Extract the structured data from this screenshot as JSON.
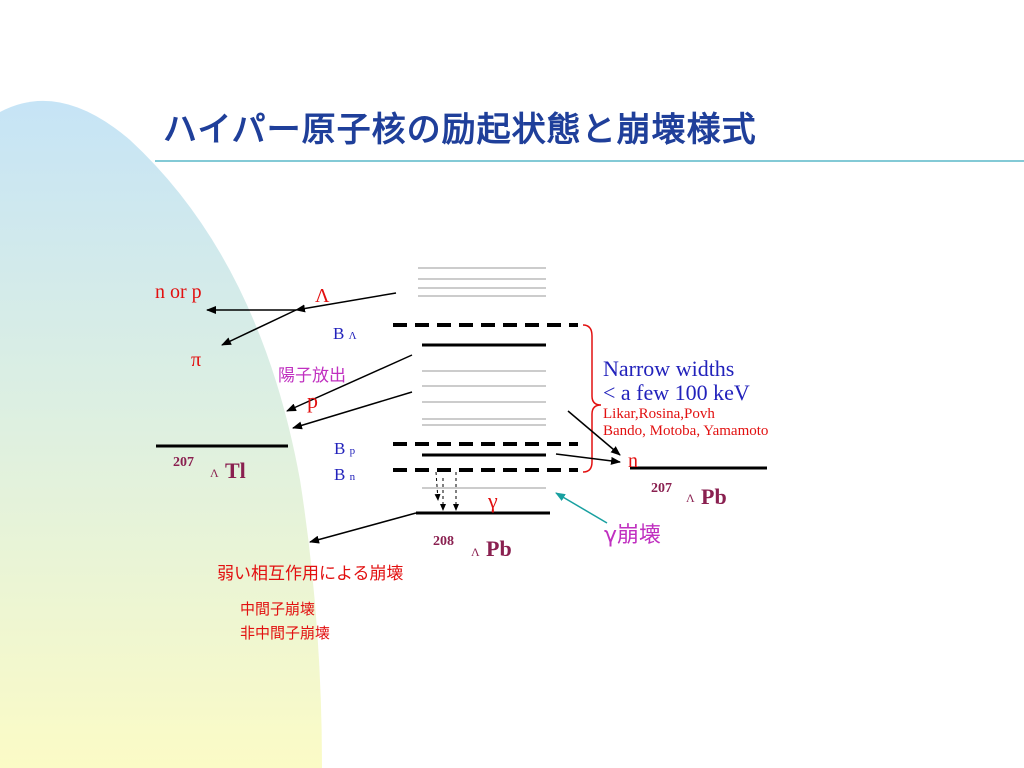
{
  "title": "ハイパー原子核の励起状態と崩壊様式",
  "labels": {
    "n_or_p": "n or p",
    "lambda": "Λ",
    "pi": "π",
    "p_left": "p",
    "proton_emission": "陽子放出",
    "gamma": "γ",
    "gamma_decay": "γ崩壊",
    "n_right": "n",
    "weak_decay": "弱い相互作用による崩壊",
    "mesonic_decay": "中間子崩壊",
    "nonmesonic_decay": "非中間子崩壊"
  },
  "thresholds": {
    "b_lambda": {
      "main": "B",
      "sub": "Λ"
    },
    "b_p": {
      "main": "B",
      "sub": "p"
    },
    "b_n": {
      "main": "B",
      "sub": "n"
    }
  },
  "nuclei": {
    "tl": {
      "mass": "207",
      "lambda": "Λ",
      "element": "Tl"
    },
    "pb207": {
      "mass": "207",
      "lambda": "Λ",
      "element": "Pb"
    },
    "pb208": {
      "mass": "208",
      "lambda": "Λ",
      "element": "Pb"
    }
  },
  "widths": {
    "line1": "Narrow widths",
    "line2": "<  a few 100 keV",
    "authors1": "Likar,Rosina,Povh",
    "authors2": "Bando, Motoba, Yamamoto"
  },
  "colors": {
    "title": "#1f3f9a",
    "rule": "#5ab8c8",
    "red": "#e21010",
    "blue": "#2222bb",
    "magenta": "#c030c0",
    "maroon": "#8a2050",
    "teal_arrow": "#18a0a0"
  }
}
